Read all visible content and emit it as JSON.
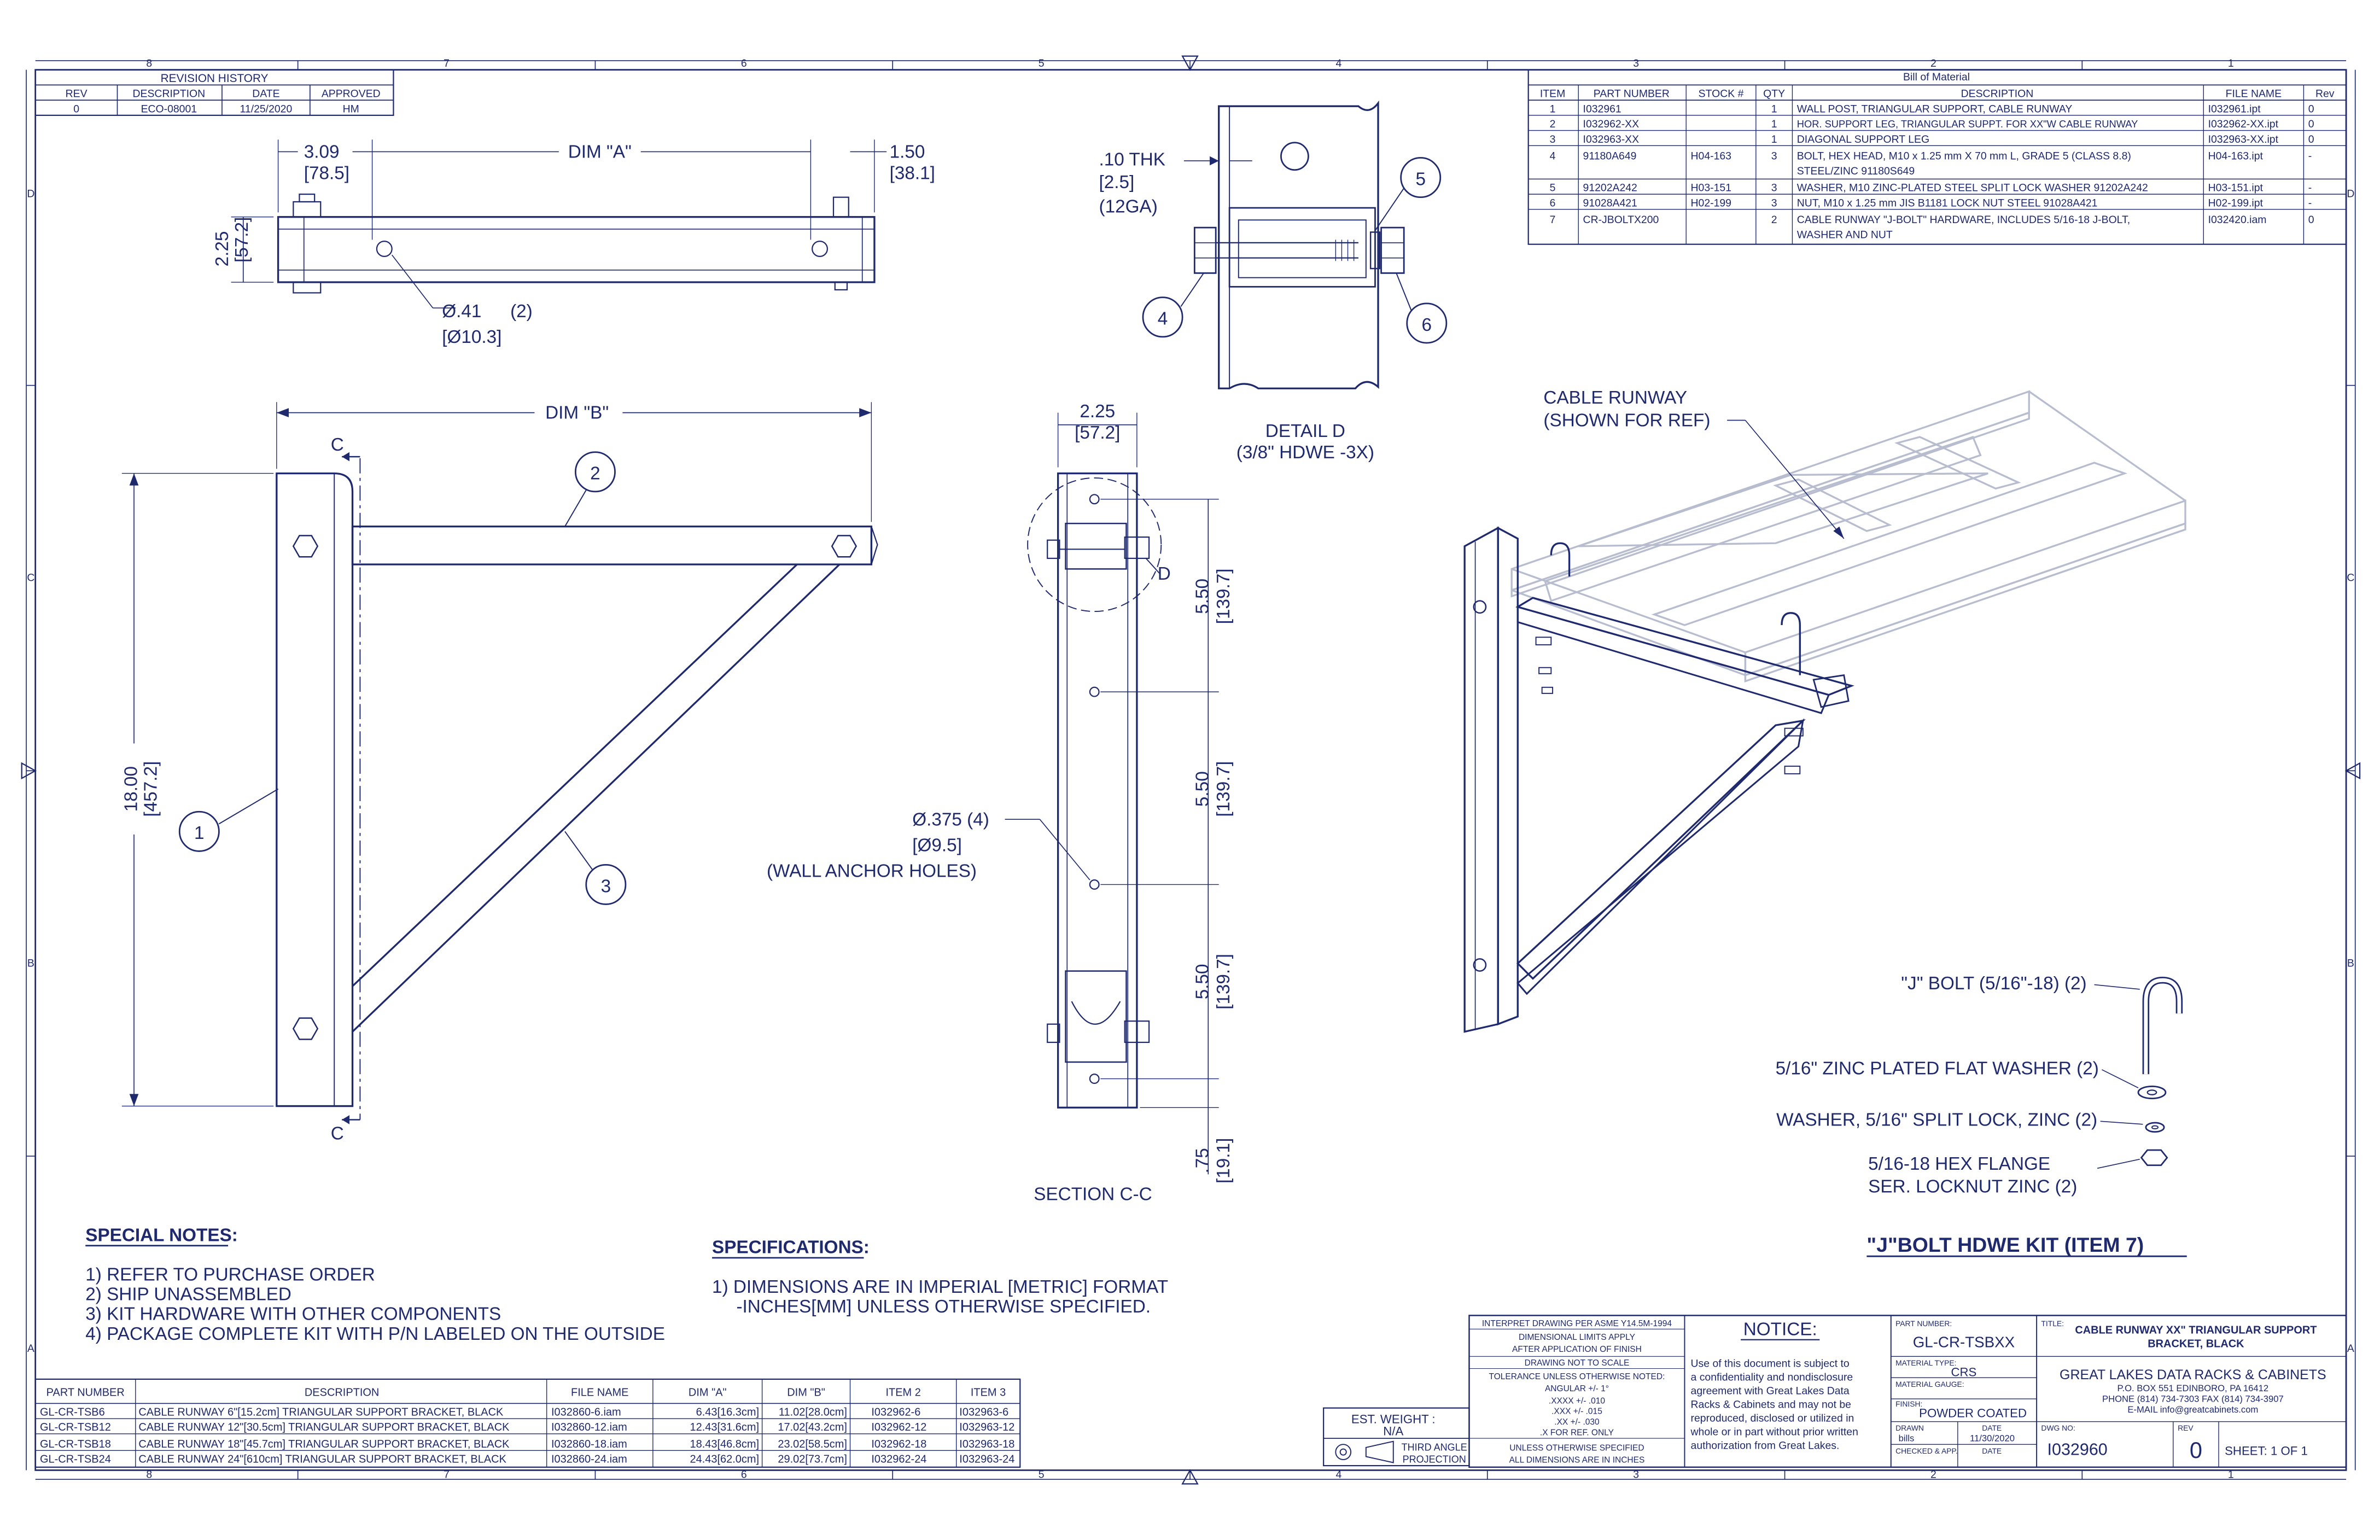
{
  "zones_top": [
    "8",
    "7",
    "6",
    "5",
    "4",
    "3",
    "2",
    "1"
  ],
  "zones_side": [
    "D",
    "C",
    "B",
    "A"
  ],
  "revision_history": {
    "title": "REVISION HISTORY",
    "headers": [
      "REV",
      "DESCRIPTION",
      "DATE",
      "APPROVED"
    ],
    "rows": [
      [
        "0",
        "ECO-08001",
        "11/25/2020",
        "HM"
      ]
    ]
  },
  "bom": {
    "title": "Bill of Material",
    "headers": [
      "ITEM",
      "PART NUMBER",
      "STOCK #",
      "QTY",
      "DESCRIPTION",
      "FILE NAME",
      "Rev"
    ],
    "rows": [
      {
        "item": "1",
        "part": "I032961",
        "stock": "",
        "qty": "1",
        "desc": "WALL POST, TRIANGULAR SUPPORT, CABLE RUNWAY",
        "desc2": "",
        "file": "I032961.ipt",
        "rev": "0"
      },
      {
        "item": "2",
        "part": "I032962-XX",
        "stock": "",
        "qty": "1",
        "desc": "HOR. SUPPORT LEG, TRIANGULAR SUPPT. FOR XX\"W CABLE RUNWAY",
        "desc2": "",
        "file": "I032962-XX.ipt",
        "rev": "0"
      },
      {
        "item": "3",
        "part": "I032963-XX",
        "stock": "",
        "qty": "1",
        "desc": "DIAGONAL SUPPORT LEG",
        "desc2": "",
        "file": "I032963-XX.ipt",
        "rev": "0"
      },
      {
        "item": "4",
        "part": "91180A649",
        "stock": "H04-163",
        "qty": "3",
        "desc": "BOLT, HEX HEAD, M10 x 1.25 mm X 70 mm L, GRADE 5 (CLASS 8.8)",
        "desc2": "STEEL/ZINC 91180S649",
        "file": "H04-163.ipt",
        "rev": "-"
      },
      {
        "item": "5",
        "part": "91202A242",
        "stock": "H03-151",
        "qty": "3",
        "desc": "WASHER, M10 ZINC-PLATED STEEL SPLIT LOCK WASHER 91202A242",
        "desc2": "",
        "file": "H03-151.ipt",
        "rev": "-"
      },
      {
        "item": "6",
        "part": "91028A421",
        "stock": "H02-199",
        "qty": "3",
        "desc": "NUT, M10 x 1.25 mm JIS B1181 LOCK NUT STEEL 91028A421",
        "desc2": "",
        "file": "H02-199.ipt",
        "rev": "-"
      },
      {
        "item": "7",
        "part": "CR-JBOLTX200",
        "stock": "",
        "qty": "2",
        "desc": "CABLE RUNWAY \"J-BOLT\" HARDWARE, INCLUDES  5/16-18 J-BOLT,",
        "desc2": "WASHER AND NUT",
        "file": "I032420.iam",
        "rev": "0"
      }
    ]
  },
  "top_view": {
    "dim_left": "3.09",
    "dim_left_mm": "[78.5]",
    "dim_a": "DIM \"A\"",
    "dim_right": "1.50",
    "dim_right_mm": "[38.1]",
    "dim_height": "2.25",
    "dim_height_mm": "[57.2]",
    "hole": "Ø.41",
    "hole_mm": "[Ø10.3]",
    "hole_qty": "(2)"
  },
  "detail_d": {
    "thk": ".10  THK",
    "thk_mm": "[2.5]",
    "gauge": "(12GA)",
    "title": "DETAIL  D",
    "subtitle": "(3/8\" HDWE -3X)",
    "balloon_4": "4",
    "balloon_5": "5",
    "balloon_6": "6"
  },
  "front_view": {
    "dim_b": "DIM \"B\"",
    "height": "18.00",
    "height_mm": "[457.2]",
    "section_mark": "C",
    "balloon_1": "1",
    "balloon_2": "2",
    "balloon_3": "3"
  },
  "section_cc": {
    "width": "2.25",
    "width_mm": "[57.2]",
    "pitch": "5.50",
    "pitch_mm": "[139.7]",
    "bottom": ".75",
    "bottom_mm": "[19.1]",
    "hole": "Ø.375 (4)",
    "hole_mm": "[Ø9.5]",
    "hole_note": "(WALL ANCHOR HOLES)",
    "detail_mark": "D",
    "title": "SECTION C-C"
  },
  "iso": {
    "cable_runway": "CABLE RUNWAY",
    "shown_ref": "(SHOWN FOR REF)"
  },
  "jbolt_kit": {
    "jbolt": "\"J\" BOLT (5/16\"-18) (2)",
    "flat_washer": "5/16\" ZINC PLATED FLAT WASHER (2)",
    "split_lock": "WASHER, 5/16\" SPLIT LOCK, ZINC (2)",
    "hex_flange_1": "5/16-18 HEX FLANGE",
    "hex_flange_2": "SER. LOCKNUT ZINC (2)",
    "title": "\"J\"BOLT HDWE KIT (ITEM 7)"
  },
  "special_notes": {
    "title": "SPECIAL NOTES:",
    "items": [
      "1)  REFER TO PURCHASE ORDER",
      "2)  SHIP UNASSEMBLED",
      "3)  KIT HARDWARE WITH OTHER COMPONENTS",
      "4)  PACKAGE COMPLETE KIT WITH P/N LABELED ON THE OUTSIDE"
    ]
  },
  "specifications": {
    "title": "SPECIFICATIONS:",
    "line1": "1)  DIMENSIONS ARE IN IMPERIAL [METRIC] FORMAT",
    "line2": "-INCHES[MM] UNLESS OTHERWISE SPECIFIED."
  },
  "parts_table": {
    "headers": [
      "PART NUMBER",
      "DESCRIPTION",
      "FILE NAME",
      "DIM \"A\"",
      "DIM \"B\"",
      "ITEM 2",
      "ITEM 3"
    ],
    "rows": [
      [
        "GL-CR-TSB6",
        "CABLE RUNWAY 6\"[15.2cm] TRIANGULAR SUPPORT BRACKET, BLACK",
        "I032860-6.iam",
        "6.43[16.3cm]",
        "11.02[28.0cm]",
        "I032962-6",
        "I032963-6"
      ],
      [
        "GL-CR-TSB12",
        "CABLE RUNWAY 12\"[30.5cm] TRIANGULAR SUPPORT BRACKET, BLACK",
        "I032860-12.iam",
        "12.43[31.6cm]",
        "17.02[43.2cm]",
        "I032962-12",
        "I032963-12"
      ],
      [
        "GL-CR-TSB18",
        "CABLE RUNWAY 18\"[45.7cm] TRIANGULAR SUPPORT BRACKET, BLACK",
        "I032860-18.iam",
        "18.43[46.8cm]",
        "23.02[58.5cm]",
        "I032962-18",
        "I032963-18"
      ],
      [
        "GL-CR-TSB24",
        "CABLE RUNWAY 24\"[610cm] TRIANGULAR SUPPORT BRACKET, BLACK",
        "I032860-24.iam",
        "24.43[62.0cm]",
        "29.02[73.7cm]",
        "I032962-24",
        "I032963-24"
      ]
    ]
  },
  "title_block": {
    "est_weight": "EST. WEIGHT :",
    "est_weight_value": "N/A",
    "projection": "THIRD ANGLE",
    "projection2": "PROJECTION",
    "interpret": "INTERPRET DRAWING PER ASME Y14.5M-1994",
    "dim_limits": "DIMENSIONAL LIMITS APPLY",
    "after_finish": "AFTER APPLICATION OF FINISH",
    "not_to_scale": "DRAWING NOT TO SCALE",
    "tolerance": "TOLERANCE UNLESS OTHERWISE NOTED:",
    "tol_angular": "ANGULAR +/- 1°",
    "tol_xxxx": ".XXXX +/- .010",
    "tol_xxx": ".XXX +/- .015",
    "tol_xx": ".XX +/- .030",
    "tol_x": ".X FOR REF. ONLY",
    "unless": "UNLESS OTHERWISE SPECIFIED",
    "all_dims": "ALL DIMENSIONS ARE IN INCHES",
    "notice": "NOTICE:",
    "notice_lines": [
      "Use of this document is subject to",
      "a confidentiality and nondisclosure",
      "agreement with Great Lakes Data",
      "Racks & Cabinets and may not be",
      "reproduced, disclosed or utilized in",
      "whole or in part without prior written",
      "authorization from Great Lakes."
    ],
    "part_number_label": "PART NUMBER:",
    "part_number": "GL-CR-TSBXX",
    "material_type_label": "MATERIAL TYPE:",
    "material_type": "CRS",
    "material_gauge_label": "MATERIAL GAUGE:",
    "finish_label": "FINISH:",
    "finish": "POWDER COATED",
    "drawn_label": "DRAWN",
    "drawn_by": "bills",
    "date_label": "DATE",
    "drawn_date": "11/30/2020",
    "checked_label": "CHECKED & APP.",
    "title_label": "TITLE:",
    "title1": "CABLE RUNWAY XX\" TRIANGULAR SUPPORT",
    "title2": "BRACKET, BLACK",
    "company": "GREAT LAKES DATA RACKS & CABINETS",
    "address": "P.O. BOX 551 EDINBORO, PA 16412",
    "phone": "PHONE (814) 734-7303 FAX (814) 734-3907",
    "email": "E-MAIL info@greatcabinets.com",
    "dwg_no_label": "DWG NO:",
    "dwg_no": "I032960",
    "rev_label": "REV",
    "rev": "0",
    "sheet": "SHEET:  1  OF  1"
  }
}
